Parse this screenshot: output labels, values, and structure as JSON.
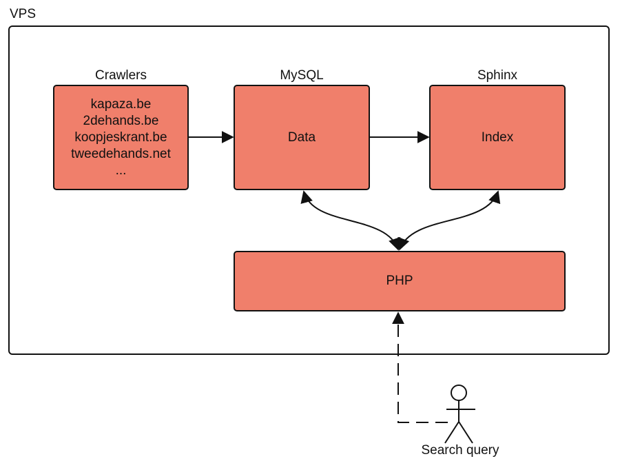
{
  "vps": {
    "label": "VPS"
  },
  "crawlers": {
    "title": "Crawlers",
    "sites": [
      "kapaza.be",
      "2dehands.be",
      "koopjeskrant.be",
      "tweedehands.net",
      "..."
    ]
  },
  "mysql": {
    "title": "MySQL",
    "label": "Data"
  },
  "sphinx": {
    "title": "Sphinx",
    "label": "Index"
  },
  "php": {
    "label": "PHP"
  },
  "actor": {
    "label": "Search query"
  },
  "colors": {
    "box_fill": "#f07f6b",
    "stroke": "#111111"
  }
}
